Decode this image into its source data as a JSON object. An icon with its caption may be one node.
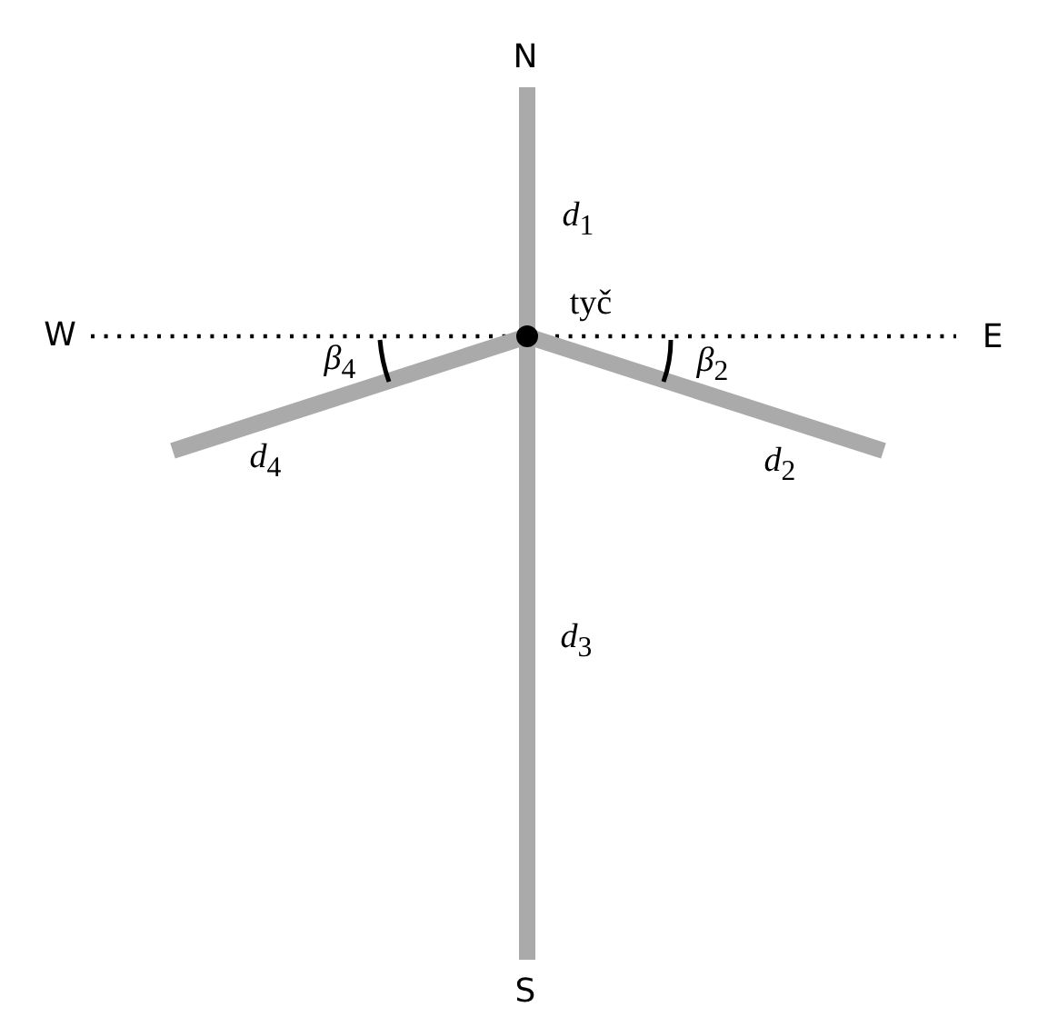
{
  "diagram": {
    "labels": [
      "N",
      "*d*$_{1}$",
      "tyč",
      "W",
      "E",
      "*β*$_{4}$",
      "*β*$_{2}$",
      "*d*$_{4}$",
      "*d*$_{2}$",
      "*d*$_{3}$",
      "S"
    ]
  }
}
